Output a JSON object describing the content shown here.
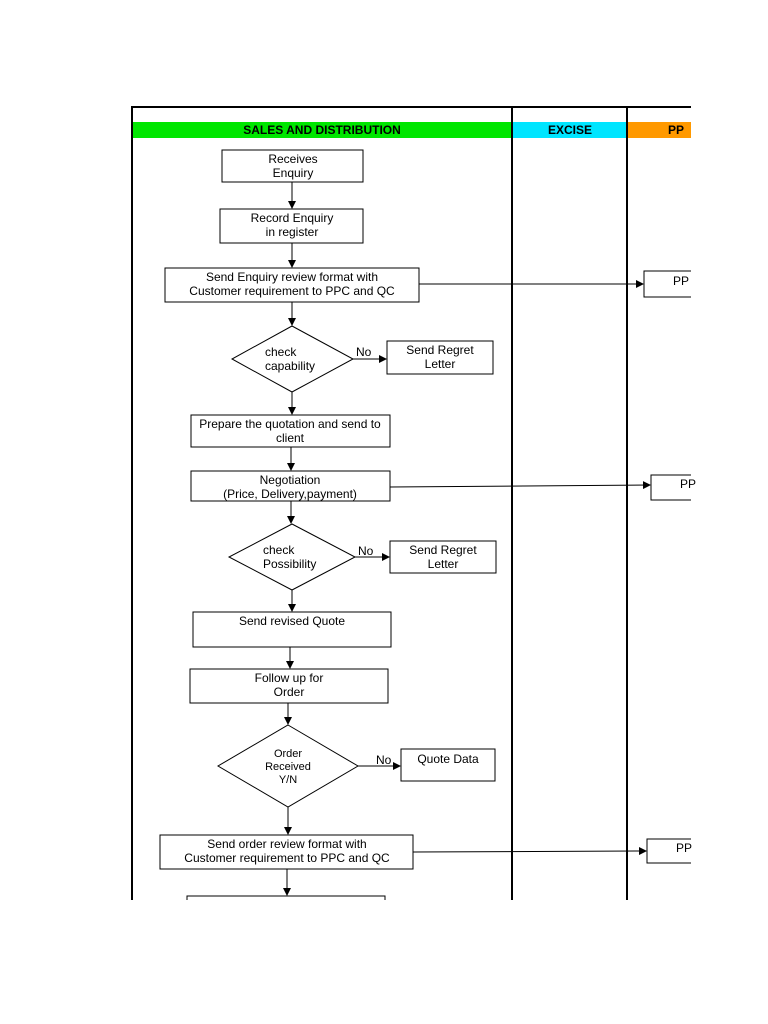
{
  "lanes": {
    "sales": {
      "label": "SALES AND DISTRIBUTION",
      "color": "#00e600"
    },
    "excise": {
      "label": "EXCISE",
      "color": "#00e5ff"
    },
    "ppc": {
      "label": "PP",
      "color": "#ff9900"
    }
  },
  "nodes": {
    "receives_enquiry": [
      "Receives",
      "Enquiry"
    ],
    "record_enquiry": [
      "Record Enquiry",
      "in register"
    ],
    "send_enquiry_review": [
      "Send Enquiry review format with",
      "Customer requirement to PPC and QC"
    ],
    "check_capability": [
      "check",
      "capability"
    ],
    "send_regret_1": [
      "Send Regret",
      "Letter"
    ],
    "prepare_quotation": [
      "Prepare the quotation and send to",
      "client"
    ],
    "negotiation": [
      "Negotiation",
      "(Price, Delivery,payment)"
    ],
    "check_possibility": [
      "check",
      "Possibility"
    ],
    "send_regret_2": [
      "Send Regret",
      "Letter"
    ],
    "send_revised_quote": [
      "Send revised Quote"
    ],
    "follow_up": [
      "Follow up for",
      "Order"
    ],
    "order_received": [
      "Order",
      "Received",
      "Y/N"
    ],
    "quote_data": [
      "Quote Data"
    ],
    "send_order_review": [
      "Send order review format with",
      "Customer requirement to PPC and QC"
    ],
    "ppc_box_1": [
      "PP"
    ],
    "ppc_box_2": [
      "PP"
    ],
    "ppc_box_3": [
      "PP"
    ]
  },
  "edge_labels": {
    "no_1": "No",
    "no_2": "No",
    "no_3": "No"
  }
}
